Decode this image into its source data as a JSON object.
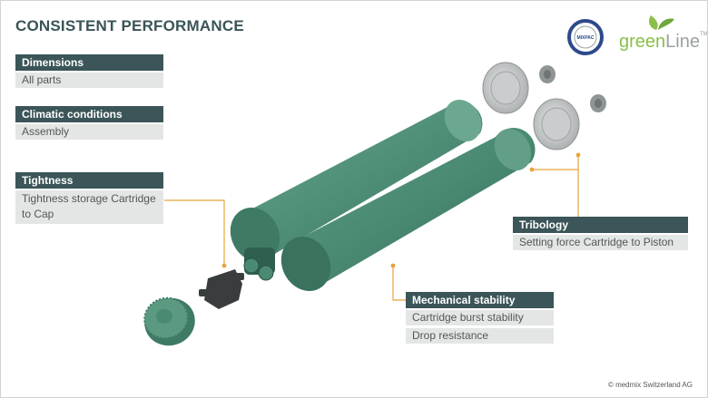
{
  "title": "CONSISTENT PERFORMANCE",
  "brand": {
    "mixpac_text": "MIXPAC",
    "greenline_green": "green",
    "greenline_rest": "Line",
    "greenline_tm": "TM"
  },
  "labels": {
    "dimensions": {
      "heading": "Dimensions",
      "item": "All parts"
    },
    "climatic": {
      "heading": "Climatic conditions",
      "item": "Assembly"
    },
    "tightness": {
      "heading": "Tightness",
      "item_line1": "Tightness storage Cartridge",
      "item_line2": "to Cap"
    },
    "tribology": {
      "heading": "Tribology",
      "item": "Setting force Cartridge to Piston"
    },
    "mechanical": {
      "heading": "Mechanical stability",
      "items": [
        "Cartridge burst stability",
        "Drop resistance"
      ]
    }
  },
  "copyright": "© medmix Switzerland AG",
  "colors": {
    "header_bg": "#3b5558",
    "item_bg": "#e4e6e6",
    "accent": "#e8a33c",
    "cartridge": "#4f8f77",
    "leaf": "#8bbf4a"
  }
}
